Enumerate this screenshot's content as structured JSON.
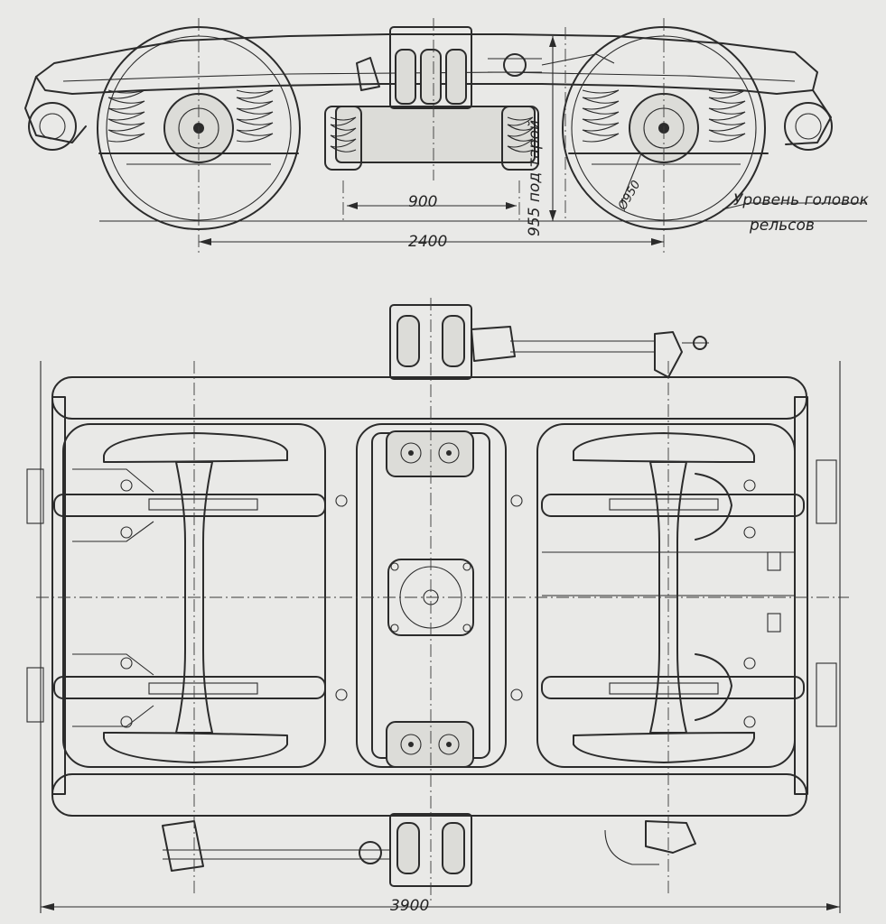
{
  "drawing": {
    "subject": "",
    "dimensions": {
      "spring_spacing": "900",
      "height_under_loads": "955 под тарой",
      "wheelbase": "2400",
      "wheel_diameter": "Ø950",
      "overall_length": "3900"
    },
    "annotations": {
      "rail_level_line1": "Уровень головок",
      "rail_level_line2": "рельсов"
    }
  }
}
